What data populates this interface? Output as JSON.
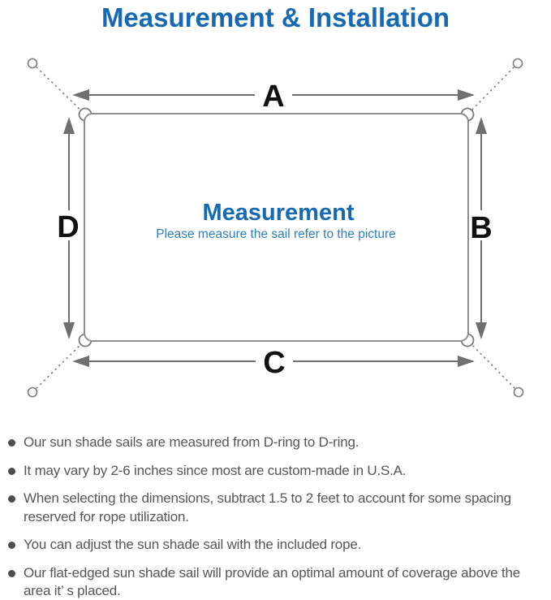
{
  "title": "Measurement & Installation",
  "diagram": {
    "label_top": "A",
    "label_right": "B",
    "label_bottom": "C",
    "label_left": "D",
    "center_title": "Measurement",
    "center_subtitle": "Please measure the sail refer to the picture"
  },
  "colors": {
    "accent_blue": "#1769b4",
    "subtitle_blue": "#2e7dc0",
    "line_gray": "#7c7c7c",
    "arrow_gray": "#6f6f6f",
    "sail_border_gray": "#8d8d8d",
    "bullet_text_gray": "#565656",
    "label_black": "#111111"
  },
  "bullets": [
    "Our sun shade sails are measured from D-ring to D-ring.",
    "It may vary by 2-6 inches since most are custom-made in U.S.A.",
    "When selecting the dimensions, subtract 1.5 to 2 feet to account for some spacing reserved for rope utilization.",
    "You can adjust the sun shade sail with the included rope.",
    "Our flat-edged sun shade sail will provide an optimal amount of coverage above the area it’ s placed."
  ]
}
